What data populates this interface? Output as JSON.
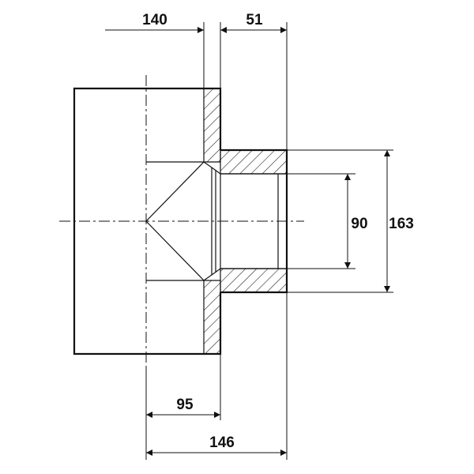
{
  "drawing": {
    "dimensions": {
      "top_left": "140",
      "top_right": "51",
      "inner_diameter": "90",
      "outer_diameter": "163",
      "bottom_short": "95",
      "bottom_long": "146"
    },
    "colors": {
      "line": "#111111",
      "background": "#ffffff"
    }
  }
}
